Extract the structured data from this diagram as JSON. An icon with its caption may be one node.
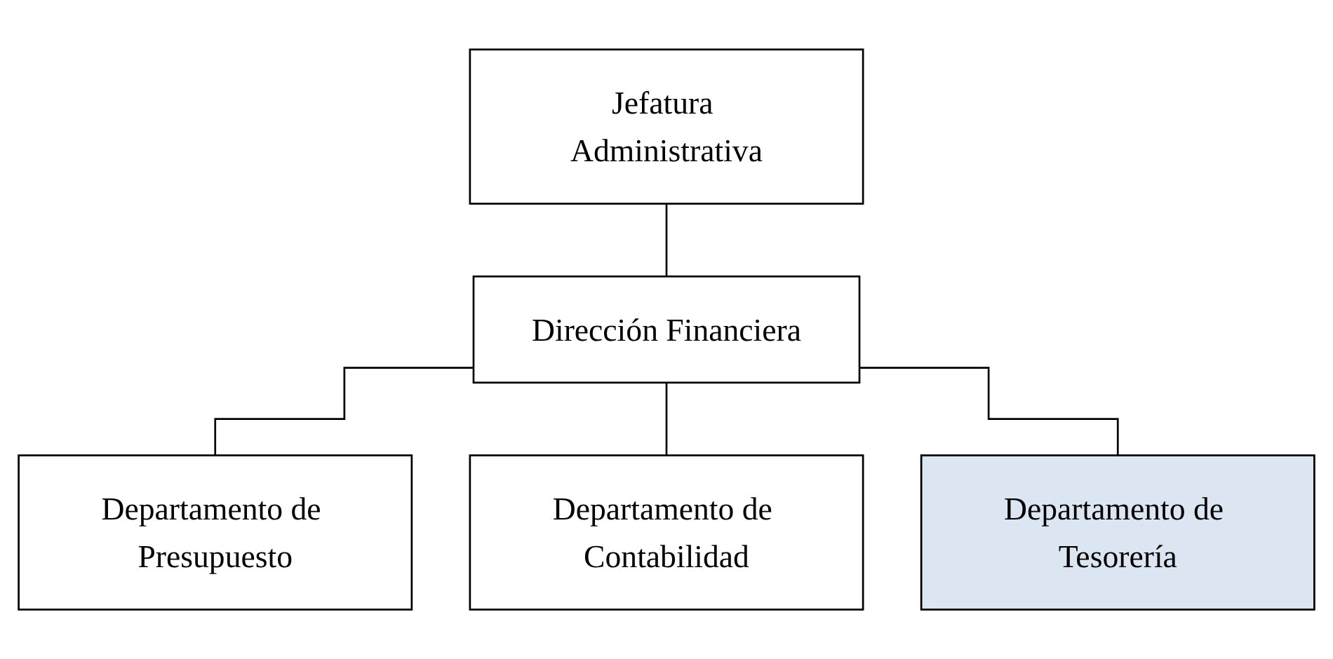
{
  "diagram": {
    "nodes": [
      {
        "text": [
          "Jefatura Administrativa"
        ]
      },
      {
        "text": [
          "Dirección Financiera"
        ]
      },
      {
        "text": [
          "Departamento de Presupuesto"
        ]
      },
      {
        "text": [
          "Departamento de Contabilidad"
        ]
      },
      {
        "text": [
          "Departamento de Tesorería"
        ]
      }
    ],
    "edges": [
      {
        "from": 0,
        "to": 1,
        "arrow": "none"
      },
      {
        "from": 1,
        "to": 2,
        "arrow": "none"
      },
      {
        "from": 1,
        "to": 3,
        "arrow": "none"
      },
      {
        "from": 1,
        "to": 4,
        "arrow": "none"
      }
    ]
  }
}
